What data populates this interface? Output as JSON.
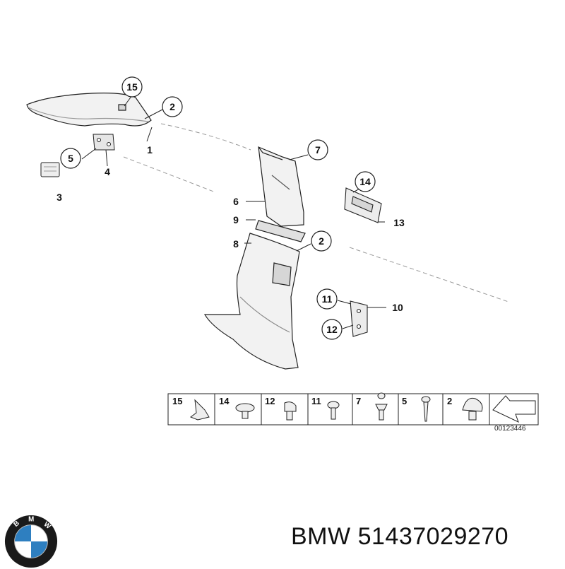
{
  "callouts": {
    "c1": "1",
    "c2a": "2",
    "c2b": "2",
    "c3": "3",
    "c4": "4",
    "c5": "5",
    "c6": "6",
    "c7": "7",
    "c8": "8",
    "c9": "9",
    "c10": "10",
    "c11": "11",
    "c12": "12",
    "c13": "13",
    "c14": "14",
    "c15": "15"
  },
  "legend": {
    "items": [
      "15",
      "14",
      "12",
      "11",
      "7",
      "5",
      "2"
    ],
    "reference_code": "00123446"
  },
  "caption": {
    "brand": "BMW",
    "part_number": "51437029270",
    "logo_letters": "BMW"
  },
  "colors": {
    "line": "#222222",
    "part_fill": "#f2f2f2",
    "part_shade": "#d6d6d6",
    "logo_blue": "#2e7fc0",
    "logo_ring": "#1a1a1a"
  }
}
